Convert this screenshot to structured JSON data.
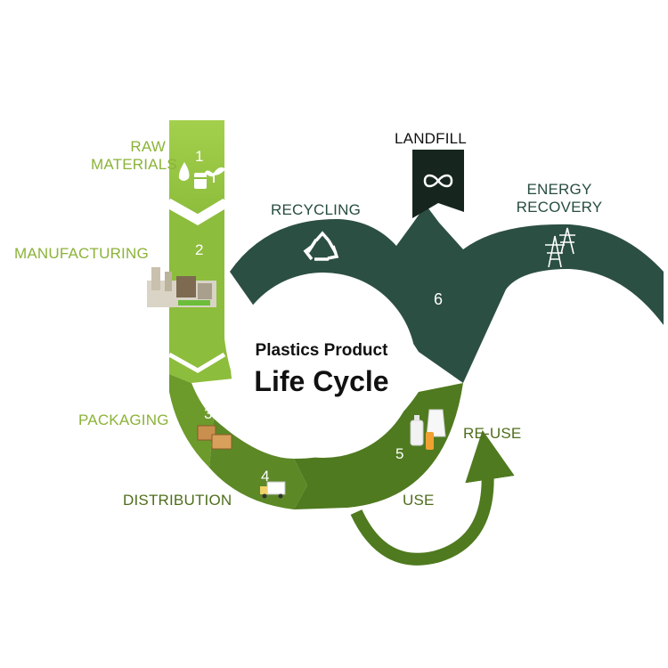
{
  "title": {
    "line1": "Plastics Product",
    "line2": "Life Cycle"
  },
  "stages": {
    "raw_materials": {
      "line1": "RAW",
      "line2": "MATERIALS",
      "number": "1"
    },
    "manufacturing": {
      "label": "MANUFACTURING",
      "number": "2"
    },
    "packaging": {
      "label": "PACKAGING",
      "number": "3"
    },
    "distribution": {
      "label": "DISTRIBUTION",
      "number": "4"
    },
    "use": {
      "label": "USE",
      "number": "5"
    },
    "reuse": {
      "label": "RE-USE"
    },
    "end_of_life": {
      "number": "6"
    },
    "recycling": {
      "label": "RECYCLING"
    },
    "landfill": {
      "label": "LANDFILL"
    },
    "energy_recovery": {
      "line1": "ENERGY",
      "line2": "RECOVERY"
    }
  },
  "icons": [
    "oil-drop-icon",
    "oil-barrel-icon",
    "plant-sprout-icon",
    "factory-icon",
    "boxes-icon",
    "delivery-truck-icon",
    "plastic-bottles-icon",
    "recycle-icon",
    "infinity-icon",
    "power-pylon-icon",
    "reuse-arrow-icon"
  ],
  "colors": {
    "lime": "#9ccb45",
    "light_green": "#87b33c",
    "mid_green": "#6c9a2b",
    "dark_green": "#4f7a1f",
    "forest": "#2c4f43",
    "landfill_black": "#16261f"
  }
}
